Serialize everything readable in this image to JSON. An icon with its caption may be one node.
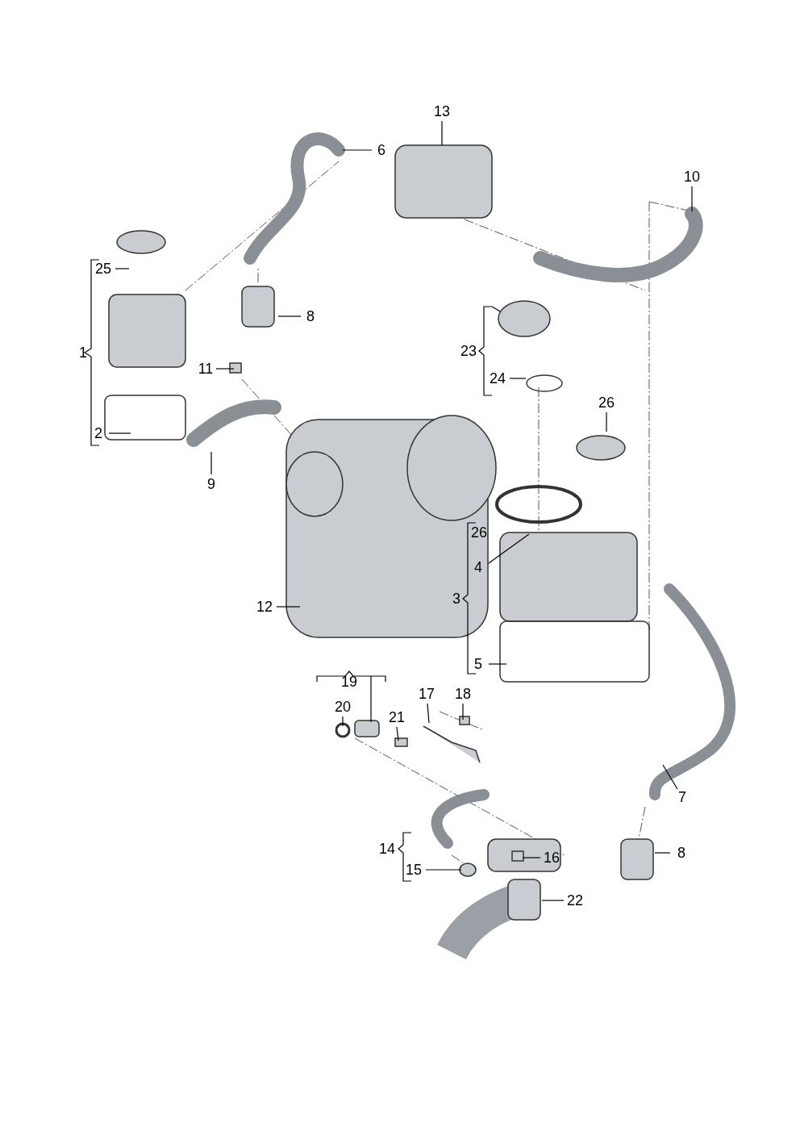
{
  "diagram": {
    "nodes": [
      {
        "text": [
          "13"
        ]
      },
      {
        "text": [
          "6"
        ]
      },
      {
        "text": [
          "10"
        ]
      },
      {
        "text": [
          "25"
        ]
      },
      {
        "text": [
          "8"
        ]
      },
      {
        "text": [
          "1"
        ]
      },
      {
        "text": [
          "23"
        ]
      },
      {
        "text": [
          "11"
        ]
      },
      {
        "text": [
          "24"
        ]
      },
      {
        "text": [
          "26"
        ]
      },
      {
        "text": [
          "2"
        ]
      },
      {
        "text": [
          "9"
        ]
      },
      {
        "text": [
          "26"
        ]
      },
      {
        "text": [
          "4"
        ]
      },
      {
        "text": [
          "3"
        ]
      },
      {
        "text": [
          "12"
        ]
      },
      {
        "text": [
          "5"
        ]
      },
      {
        "text": [
          "19"
        ]
      },
      {
        "text": [
          "20"
        ]
      },
      {
        "text": [
          "17"
        ]
      },
      {
        "text": [
          "18"
        ]
      },
      {
        "text": [
          "21"
        ]
      },
      {
        "text": [
          "7"
        ]
      },
      {
        "text": [
          "14"
        ]
      },
      {
        "text": [
          "8"
        ]
      },
      {
        "text": [
          "16"
        ]
      },
      {
        "text": [
          "15"
        ]
      },
      {
        "text": [
          "22"
        ]
      }
    ],
    "edges": [
      {
        "from": 0,
        "to": null,
        "arrow": "none"
      },
      {
        "from": 1,
        "to": null,
        "arrow": "none"
      },
      {
        "from": 2,
        "to": null,
        "arrow": "none"
      },
      {
        "from": 3,
        "to": null,
        "arrow": "none"
      },
      {
        "from": 4,
        "to": null,
        "arrow": "none"
      },
      {
        "from": 7,
        "to": null,
        "arrow": "none"
      },
      {
        "from": 8,
        "to": null,
        "arrow": "none"
      },
      {
        "from": 9,
        "to": null,
        "arrow": "none"
      },
      {
        "from": 10,
        "to": null,
        "arrow": "none"
      },
      {
        "from": 11,
        "to": null,
        "arrow": "none"
      },
      {
        "from": 13,
        "to": null,
        "arrow": "none"
      },
      {
        "from": 15,
        "to": null,
        "arrow": "none"
      },
      {
        "from": 16,
        "to": null,
        "arrow": "none"
      },
      {
        "from": 18,
        "to": null,
        "arrow": "none"
      },
      {
        "from": 19,
        "to": null,
        "arrow": "none"
      },
      {
        "from": 20,
        "to": null,
        "arrow": "none"
      },
      {
        "from": 21,
        "to": null,
        "arrow": "none"
      },
      {
        "from": 22,
        "to": null,
        "arrow": "none"
      },
      {
        "from": 24,
        "to": null,
        "arrow": "none"
      },
      {
        "from": 25,
        "to": null,
        "arrow": "none"
      },
      {
        "from": 26,
        "to": null,
        "arrow": "none"
      },
      {
        "from": 27,
        "to": null,
        "arrow": "none"
      }
    ]
  }
}
